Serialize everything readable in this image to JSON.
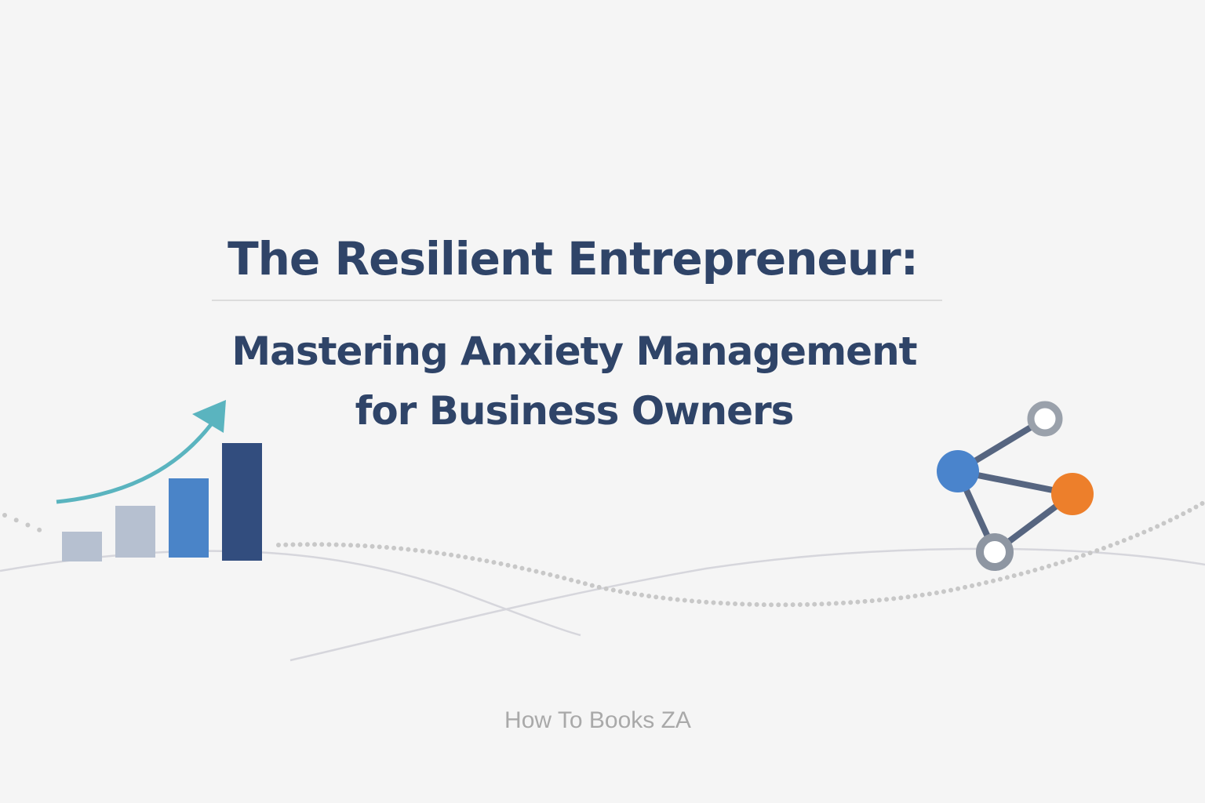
{
  "cover": {
    "title": "The Resilient Entrepreneur:",
    "subtitle_line1": "Mastering Anxiety Management",
    "subtitle_line2": "for Business Owners",
    "publisher": "How To Books ZA"
  },
  "colors": {
    "background": "#f5f5f5",
    "title_text": "#2f4468",
    "publisher_text": "#a9a9a9",
    "arrow_teal": "#5ab4bf",
    "bar_light": "#b6c0d0",
    "bar_blue": "#4a84c8",
    "bar_dark": "#324d7e",
    "node_blue": "#4a84cc",
    "node_orange": "#ed7f2b",
    "node_ring": "#8e96a2",
    "edge": "#566580"
  },
  "icons": {
    "growth_chart": "bar-chart-with-upward-arrow",
    "network": "connected-nodes-graph"
  }
}
